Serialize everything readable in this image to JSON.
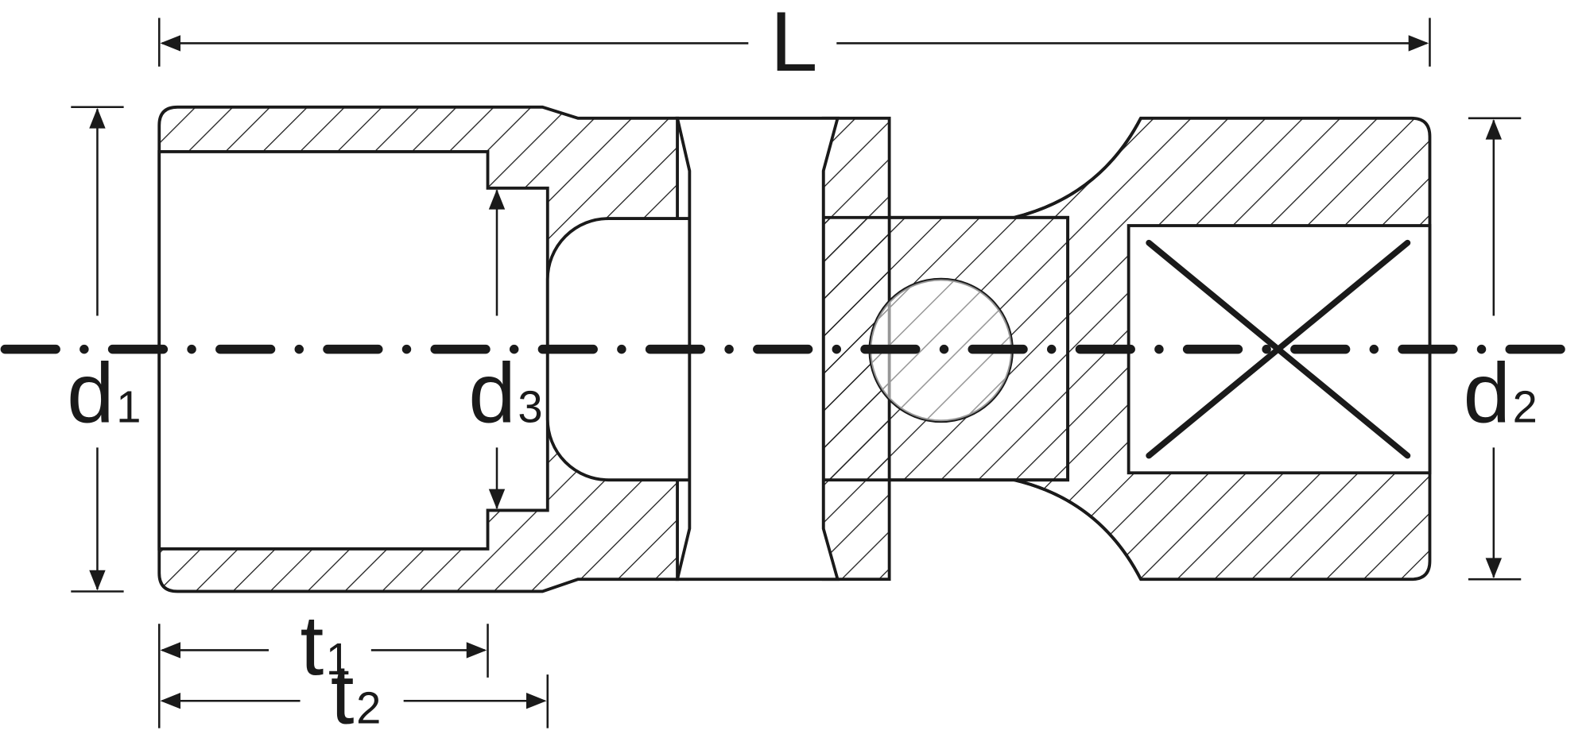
{
  "labels": {
    "L": "L",
    "d1": "d",
    "d1_sub": "1",
    "d2": "d",
    "d2_sub": "2",
    "d3": "d",
    "d3_sub": "3",
    "t1": "t",
    "t1_sub": "1",
    "t2": "t",
    "t2_sub": "2"
  },
  "colors": {
    "line": "#1a1a1a",
    "background": "#ffffff"
  }
}
